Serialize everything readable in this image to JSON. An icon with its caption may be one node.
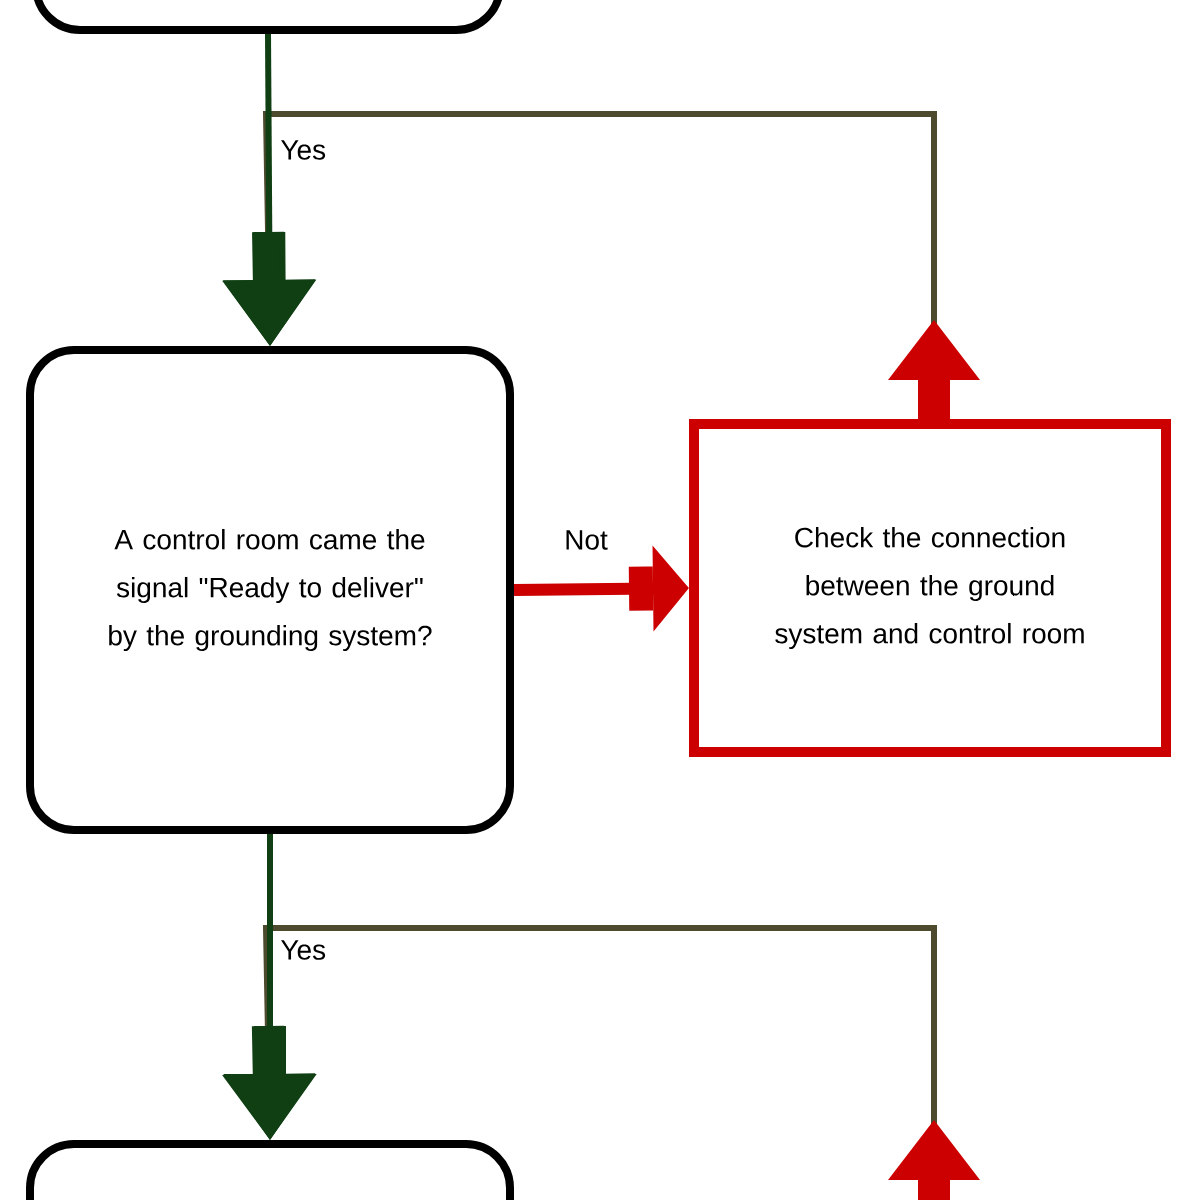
{
  "diagram": {
    "nodes": [
      {
        "text": [],
        "shape": "box"
      },
      {
        "text": [
          "A control room came the signal \"Ready to deliver\" by the grounding system?"
        ]
      },
      {
        "text": [
          "Check the connection between the ground system and control room"
        ]
      },
      {
        "text": [],
        "shape": "box"
      }
    ],
    "edges": [
      {
        "from": 2,
        "to": 1,
        "arrow": "to",
        "color": "#4d4a2e"
      },
      {
        "from": 0,
        "to": 1,
        "arrow": "to",
        "label": "Yes",
        "color": "#0f3f12"
      },
      {
        "from": 1,
        "to": 2,
        "arrow": "to",
        "label": "Not",
        "style": "thick",
        "color": "#cc0000"
      },
      {
        "from": null,
        "to": 3,
        "arrow": "to",
        "color": "#4d4a2e"
      },
      {
        "from": 1,
        "to": 3,
        "arrow": "to",
        "label": "Yes",
        "color": "#0f3f12"
      }
    ]
  }
}
